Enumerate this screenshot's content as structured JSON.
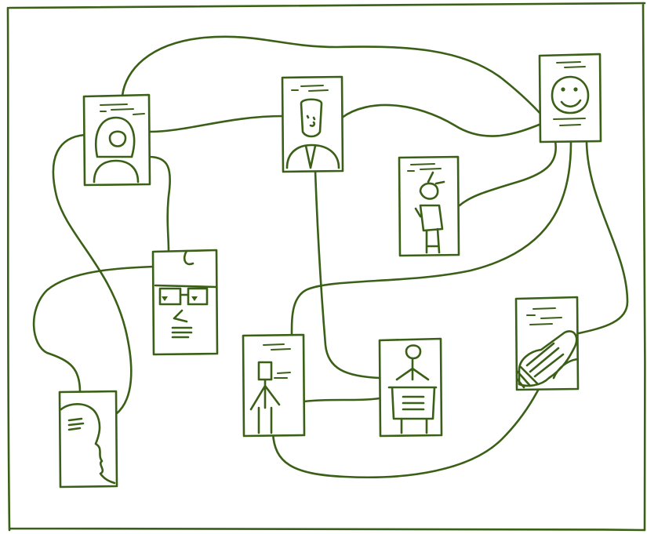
{
  "diagram": {
    "kind": "hand-drawn network of profile cards",
    "ink_color": "#3a5f16",
    "background_color": "#ffffff",
    "nodes": [
      {
        "id": "woman",
        "icon": "woman-portrait-icon"
      },
      {
        "id": "man-tie",
        "icon": "man-with-tie-portrait-icon"
      },
      {
        "id": "smiley",
        "icon": "smiley-face-icon"
      },
      {
        "id": "boy",
        "icon": "boy-figure-icon"
      },
      {
        "id": "glasses",
        "icon": "glasses-face-icon"
      },
      {
        "id": "stick",
        "icon": "stick-figure-icon"
      },
      {
        "id": "podium",
        "icon": "person-at-podium-icon"
      },
      {
        "id": "guitar",
        "icon": "guitar-icon"
      },
      {
        "id": "profile",
        "icon": "face-profile-speech-icon"
      }
    ],
    "connections": [
      [
        "woman",
        "smiley"
      ],
      [
        "woman",
        "man-tie"
      ],
      [
        "woman",
        "glasses"
      ],
      [
        "woman",
        "profile"
      ],
      [
        "man-tie",
        "smiley"
      ],
      [
        "man-tie",
        "podium"
      ],
      [
        "smiley",
        "boy"
      ],
      [
        "smiley",
        "stick"
      ],
      [
        "smiley",
        "guitar"
      ],
      [
        "glasses",
        "profile"
      ],
      [
        "stick",
        "podium"
      ],
      [
        "stick",
        "guitar"
      ]
    ]
  }
}
